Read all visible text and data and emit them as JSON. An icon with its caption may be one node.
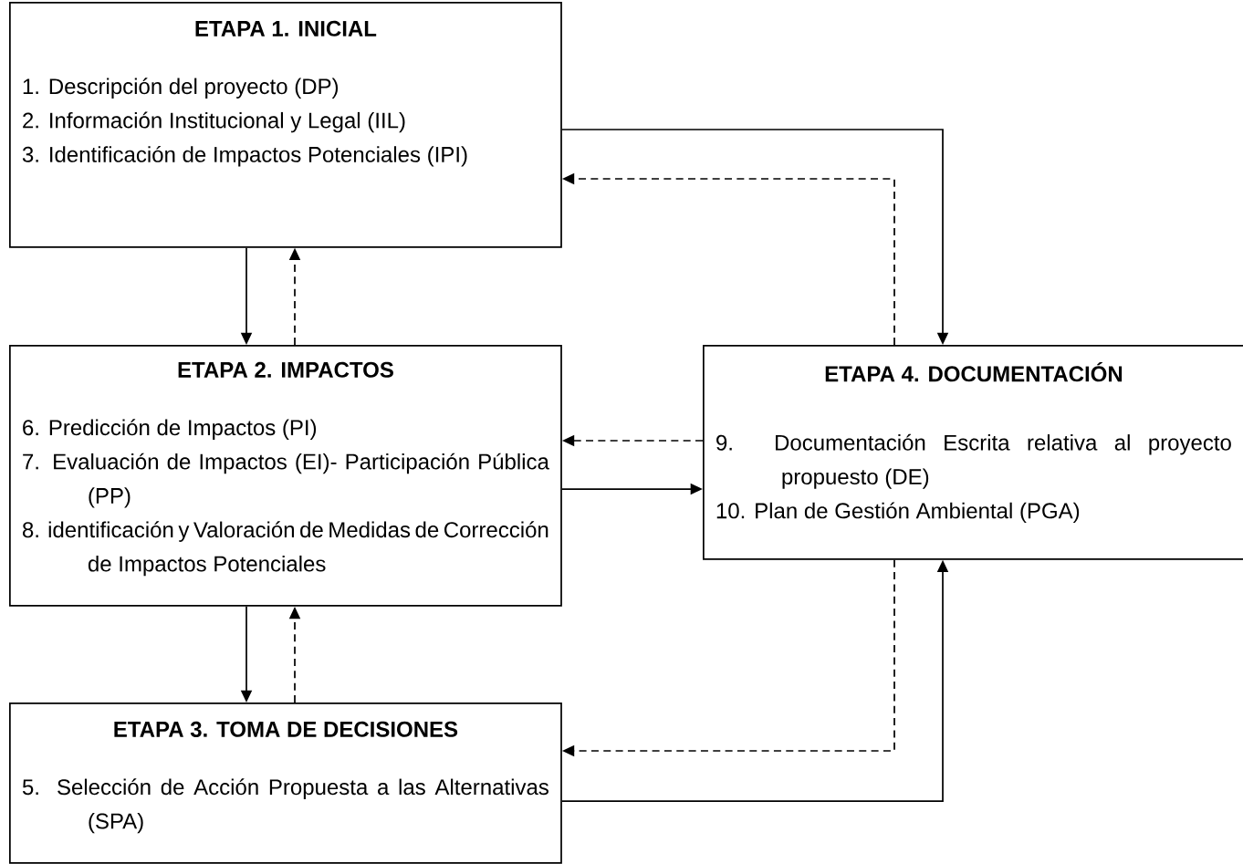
{
  "diagram": {
    "nodes": [
      {
        "text": [
          "ETAPA 1. INICIAL",
          "1. Descripción del proyecto (DP)",
          "2. Información Institucional y Legal (IIL)",
          "3. Identificación de Impactos Potenciales (IPI)"
        ]
      },
      {
        "text": [
          "ETAPA 2. IMPACTOS",
          "6. Predicción de Impactos (PI)",
          "7. Evaluación de Impactos (EI)- Participación Pública (PP)",
          "8. identificación y Valoración de Medidas de Corrección de Impactos Potenciales"
        ]
      },
      {
        "text": [
          "ETAPA 4. DOCUMENTACIÓN",
          "9. Documentación Escrita relativa al proyecto propuesto (DE)",
          "10. Plan de Gestión Ambiental (PGA)"
        ]
      },
      {
        "text": [
          "ETAPA 3. TOMA DE DECISIONES",
          "5. Selección de Acción Propuesta a las Alternativas (SPA)"
        ]
      }
    ],
    "edges": [
      {
        "from": 0,
        "to": 1,
        "arrow": "to"
      },
      {
        "from": 1,
        "to": 0,
        "arrow": "to",
        "style": "dashed"
      },
      {
        "from": 0,
        "to": 2,
        "arrow": "to"
      },
      {
        "from": 2,
        "to": 0,
        "arrow": "to",
        "style": "dashed"
      },
      {
        "from": 2,
        "to": 1,
        "arrow": "to",
        "style": "dashed"
      },
      {
        "from": 1,
        "to": 2,
        "arrow": "to"
      },
      {
        "from": 1,
        "to": 3,
        "arrow": "to"
      },
      {
        "from": 3,
        "to": 1,
        "arrow": "to",
        "style": "dashed"
      },
      {
        "from": 2,
        "to": 3,
        "arrow": "to",
        "style": "dashed"
      },
      {
        "from": 3,
        "to": 2,
        "arrow": "to"
      }
    ]
  }
}
